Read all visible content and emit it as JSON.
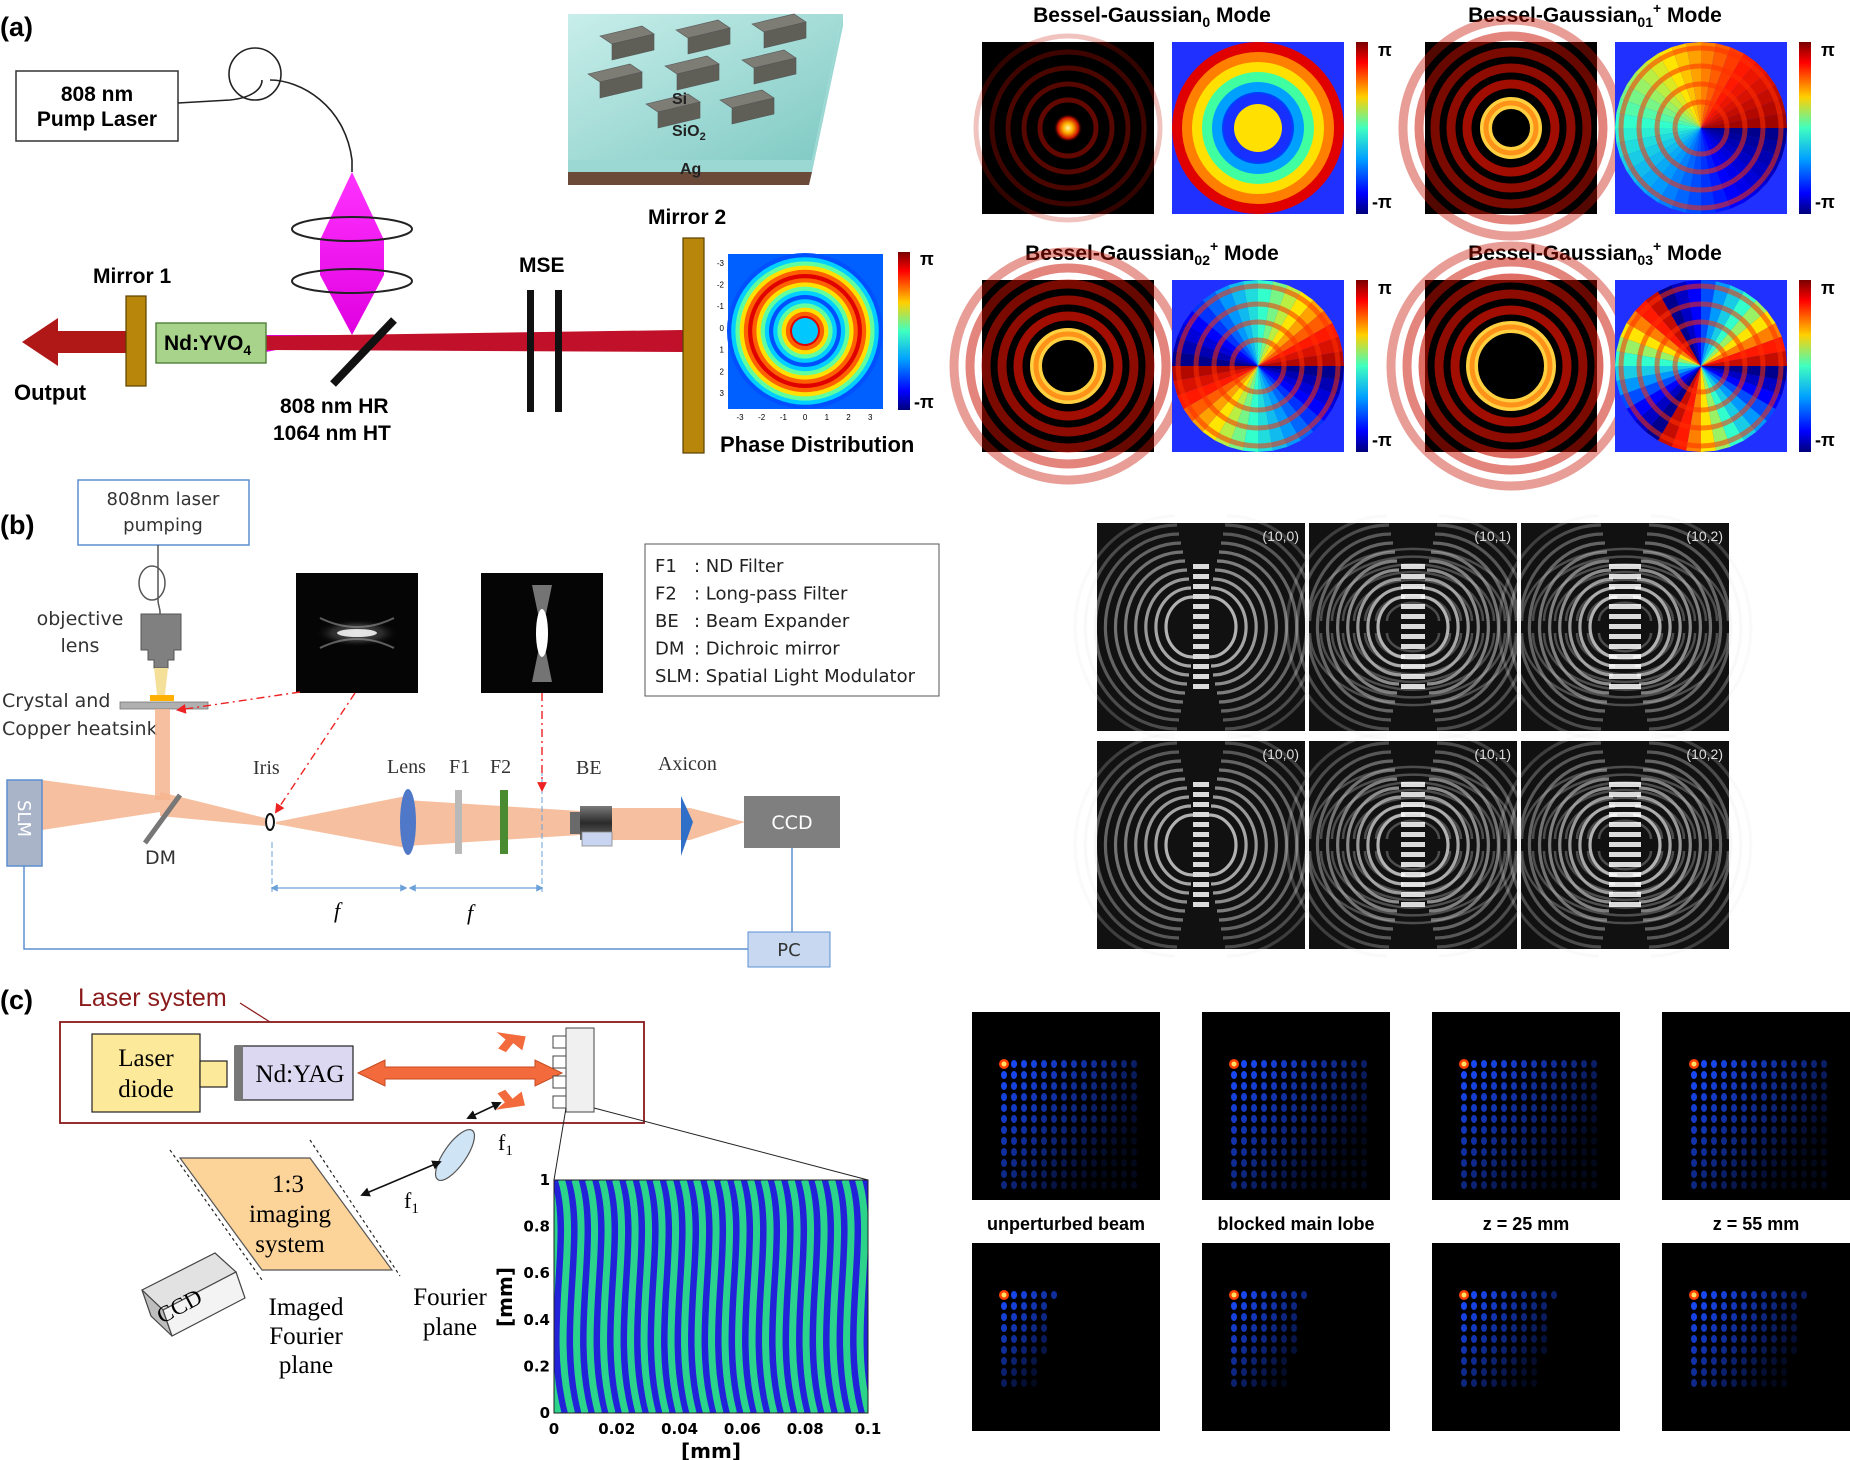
{
  "panels": {
    "a": {
      "label": "(a)",
      "pump_laser_line1": "808 nm",
      "pump_laser_line2": "Pump Laser",
      "mirror1": "Mirror 1",
      "crystal": "Nd:YVO",
      "crystal_sub": "4",
      "output": "Output",
      "hr_line1": "808 nm HR",
      "hr_line2": "1064 nm HT",
      "mse": "MSE",
      "mirror2": "Mirror 2",
      "phase_distribution": "Phase Distribution",
      "material_si": "Si",
      "material_sio2": "SiO",
      "material_sio2_sub": "2",
      "material_ag": "Ag",
      "pi": "π",
      "minus_pi": "-π",
      "phase_axis_ticks": [
        "-3",
        "-2",
        "-1",
        "0",
        "1",
        "2",
        "3"
      ],
      "modes": [
        {
          "prefix": "Bessel-Gaussian",
          "sub": "0",
          "sup": "",
          "suffix": " Mode"
        },
        {
          "prefix": "Bessel-Gaussian",
          "sub": "01",
          "sup": "+",
          "suffix": " Mode"
        },
        {
          "prefix": "Bessel-Gaussian",
          "sub": "02",
          "sup": "+",
          "suffix": " Mode"
        },
        {
          "prefix": "Bessel-Gaussian",
          "sub": "03",
          "sup": "+",
          "suffix": " Mode"
        }
      ]
    },
    "b": {
      "label": "(b)",
      "pump_line1": "808nm laser",
      "pump_line2": "pumping",
      "objective_line1": "objective",
      "objective_line2": "lens",
      "crystal_line1": "Crystal and",
      "crystal_line2": "Copper heatsink",
      "slm": "SLM",
      "dm": "DM",
      "iris": "Iris",
      "lens": "Lens",
      "f1": "F1",
      "f2": "F2",
      "be": "BE",
      "axicon": "Axicon",
      "ccd": "CCD",
      "pc": "PC",
      "focal": "f",
      "legend": [
        {
          "key": "F1",
          "value": ": ND Filter"
        },
        {
          "key": "F2",
          "value": ": Long-pass Filter"
        },
        {
          "key": "BE",
          "value": ": Beam Expander"
        },
        {
          "key": "DM",
          "value": ": Dichroic mirror"
        },
        {
          "key": "SLM",
          "value": ": Spatial Light Modulator"
        }
      ],
      "pattern_labels": [
        "(10,0)",
        "(10,1)",
        "(10,2)",
        "(10,0)",
        "(10,1)",
        "(10,2)"
      ]
    },
    "c": {
      "label": "(c)",
      "laser_system": "Laser system",
      "laser_diode_line1": "Laser",
      "laser_diode_line2": "diode",
      "ndyag": "Nd:YAG",
      "imaging_line1": "1:3",
      "imaging_line2": "imaging",
      "imaging_line3": "system",
      "ccd": "CCD",
      "imaged_line1": "Imaged",
      "imaged_line2": "Fourier",
      "imaged_line3": "plane",
      "fourier_line1": "Fourier",
      "fourier_line2": "plane",
      "f_label": "f",
      "f_sub": "1",
      "x_ticks": [
        "0",
        "0.02",
        "0.04",
        "0.06",
        "0.08",
        "0.1"
      ],
      "y_ticks": [
        "0",
        "0.2",
        "0.4",
        "0.6",
        "0.8",
        "1"
      ],
      "xlabel": "[mm]",
      "ylabel": "[mm]",
      "captions": [
        "unperturbed beam",
        "blocked main lobe",
        "z = 25 mm",
        "z = 55 mm"
      ]
    }
  }
}
